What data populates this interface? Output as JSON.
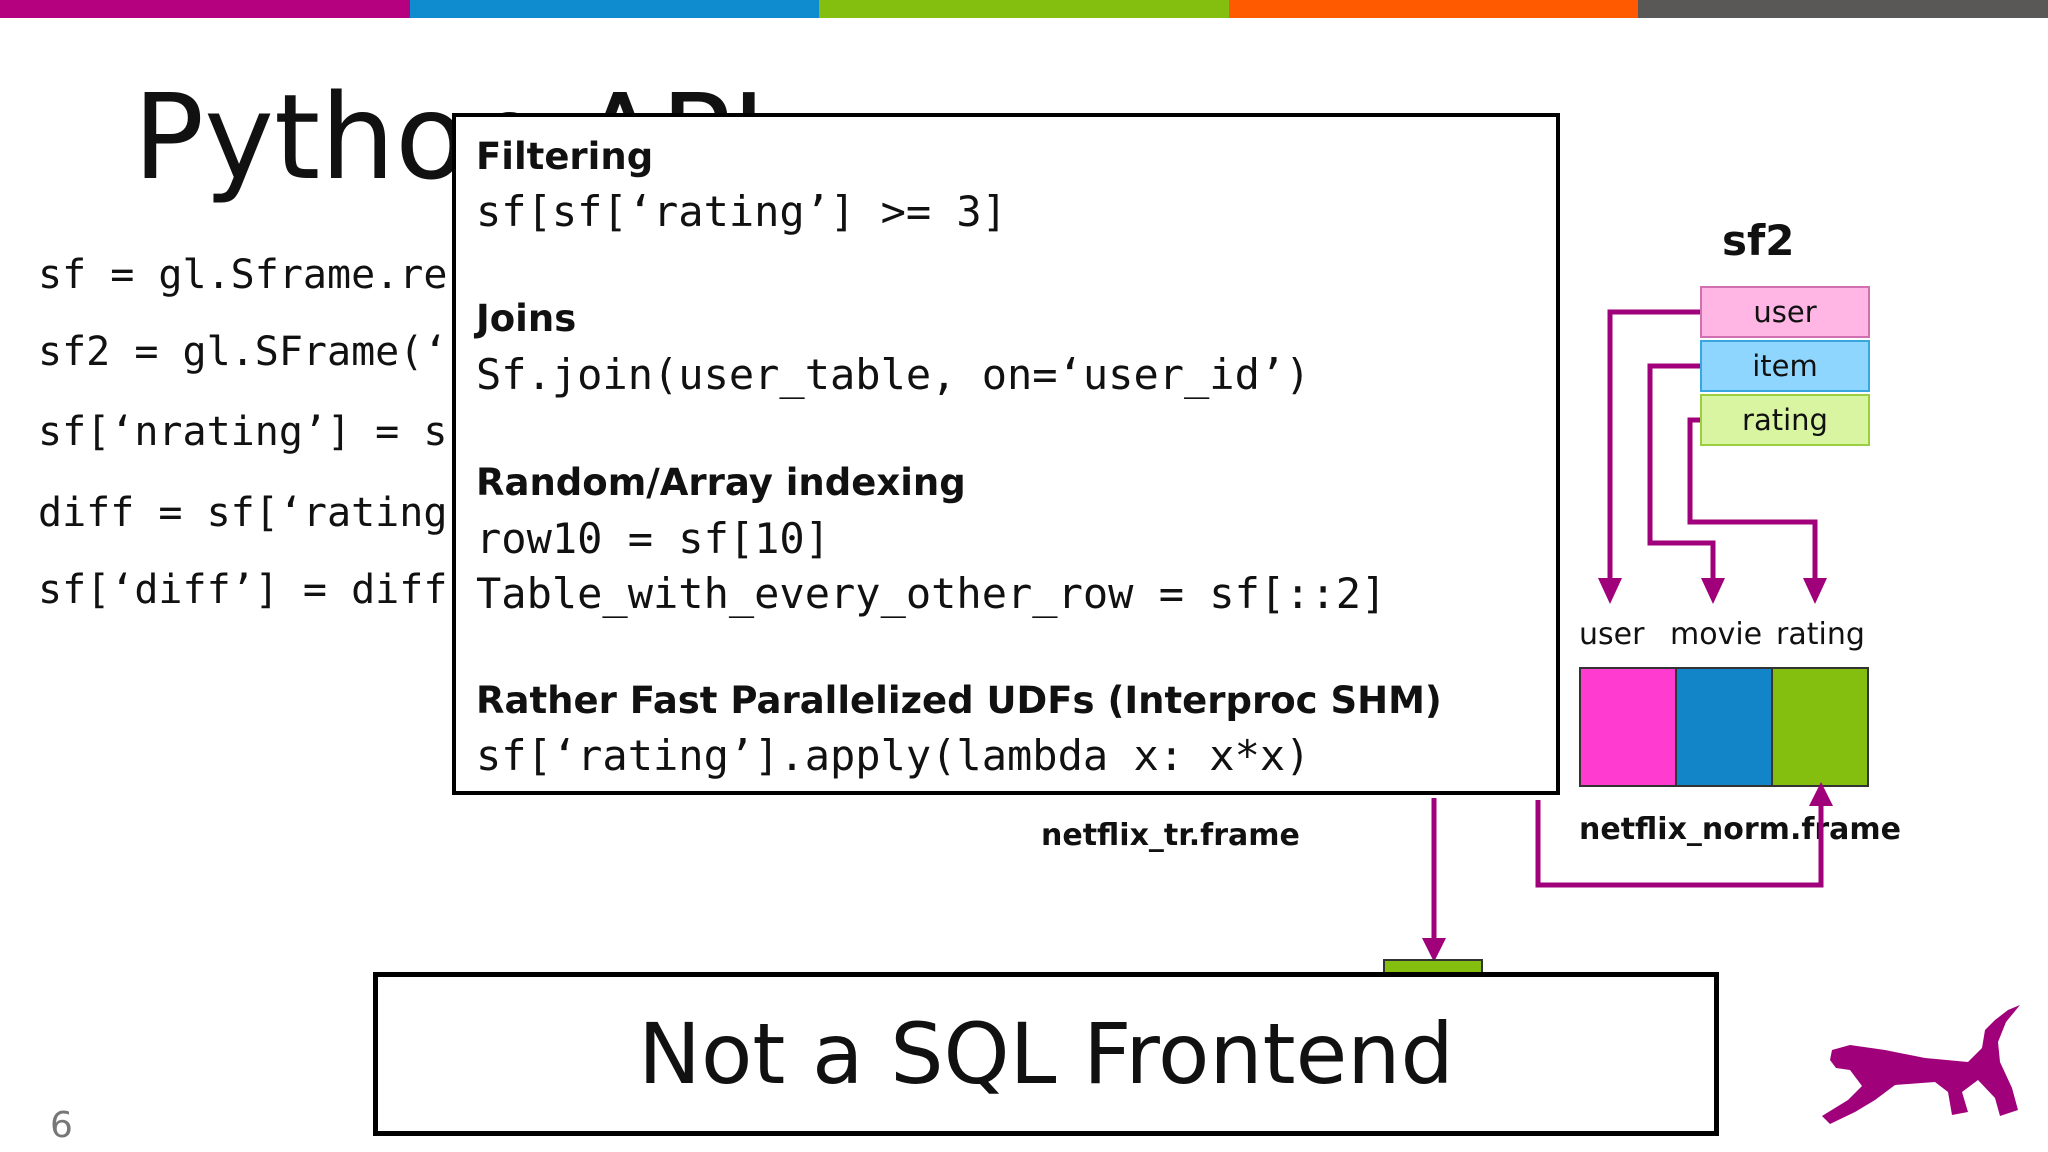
{
  "colors": {
    "bar_magenta": "#b5007f",
    "bar_blue": "#0f8bd0",
    "bar_green": "#84bf0f",
    "bar_orange": "#ff5a00",
    "bar_gray": "#5a5757",
    "arrow_magenta": "#a0007a",
    "cell_user": "#ffb6e4",
    "cell_item": "#8fd6ff",
    "cell_rating": "#d9f5a2",
    "col_user": "#ff3ccf",
    "col_movie": "#1185c7",
    "col_rating": "#84bf0f",
    "logo": "#a0007a"
  },
  "slide": {
    "title": "Python API",
    "page_number": "6"
  },
  "background_code": [
    "sf = gl.Sframe.re",
    "sf2 = gl.SFrame(‘",
    "sf[‘nrating’] = s",
    "diff = sf[‘rating",
    "sf[‘diff’] = diff"
  ],
  "popup": {
    "filtering_head": "Filtering",
    "filtering_code": "sf[sf[‘rating’] >= 3]",
    "joins_head": "Joins",
    "joins_code": "Sf.join(user_table, on=‘user_id’)",
    "indexing_head": "Random/Array indexing",
    "indexing_code_1": "row10 = sf[10]",
    "indexing_code_2": "Table_with_every_other_row = sf[::2]",
    "udf_head": "Rather Fast Parallelized UDFs (Interproc SHM)",
    "udf_code": "sf[‘rating’].apply(lambda x: x*x)"
  },
  "diagram": {
    "sf2_label": "sf2",
    "sf2_cells": [
      "user",
      "item",
      "rating"
    ],
    "columns": [
      "user",
      "movie",
      "rating"
    ],
    "norm_frame_label": "netflix_norm.frame",
    "tr_frame_label": "netflix_tr.frame"
  },
  "banner": {
    "text": "Not a SQL Frontend"
  },
  "logo_icon": "dog-silhouette-icon"
}
